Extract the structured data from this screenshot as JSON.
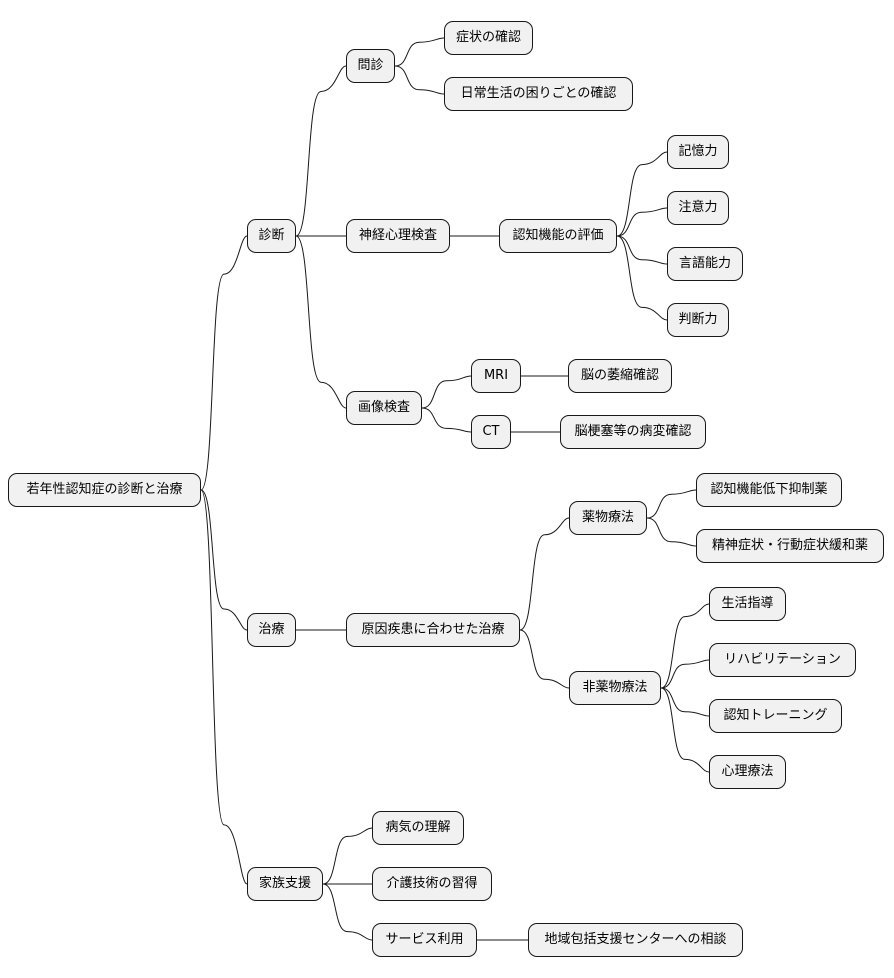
{
  "colors": {
    "node_fill": "#f1f1f1",
    "node_border": "#181818",
    "edge": "#181818",
    "background": "#ffffff"
  },
  "mindmap": {
    "root": {
      "label": "若年性認知症の診断と治療"
    },
    "diagnosis": {
      "label": "診断",
      "interview": {
        "label": "問診",
        "children": [
          "症状の確認",
          "日常生活の困りごとの確認"
        ]
      },
      "neuro": {
        "label": "神経心理検査",
        "cognitive": {
          "label": "認知機能の評価",
          "children": [
            "記憶力",
            "注意力",
            "言語能力",
            "判断力"
          ]
        }
      },
      "imaging": {
        "label": "画像検査",
        "mri": {
          "label": "MRI",
          "child": "脳の萎縮確認"
        },
        "ct": {
          "label": "CT",
          "child": "脳梗塞等の病変確認"
        }
      }
    },
    "treatment": {
      "label": "治療",
      "cause": {
        "label": "原因疾患に合わせた治療",
        "drug": {
          "label": "薬物療法",
          "children": [
            "認知機能低下抑制薬",
            "精神症状・行動症状緩和薬"
          ]
        },
        "nondrug": {
          "label": "非薬物療法",
          "children": [
            "生活指導",
            "リハビリテーション",
            "認知トレーニング",
            "心理療法"
          ]
        }
      }
    },
    "family": {
      "label": "家族支援",
      "understanding": "病気の理解",
      "care_skill": "介護技術の習得",
      "service": {
        "label": "サービス利用",
        "child": "地域包括支援センターへの相談"
      }
    }
  }
}
